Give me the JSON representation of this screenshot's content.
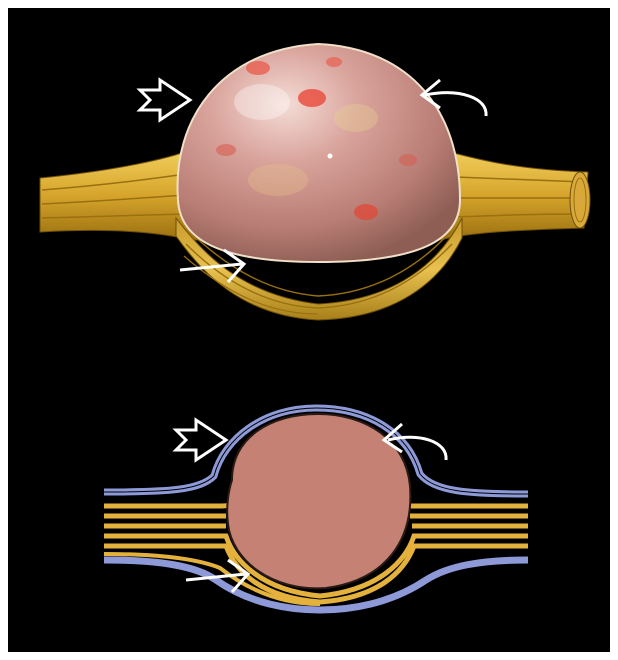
{
  "figure": {
    "views": [
      {
        "kind": "rendered-3d-illustration",
        "subject": "nerve-sheath-mass",
        "arrows": [
          {
            "style": "open-notched",
            "points_to": "tumor-capsule"
          },
          {
            "style": "curved",
            "points_to": "tumor-capsule"
          },
          {
            "style": "straight-open",
            "points_to": "splayed-nerve-fascicles"
          }
        ]
      },
      {
        "kind": "schematic-cross-section",
        "subject": "nerve-sheath-mass",
        "arrows": [
          {
            "style": "open-notched",
            "points_to": "capsule"
          },
          {
            "style": "curved",
            "points_to": "capsule"
          },
          {
            "style": "straight-open",
            "points_to": "displaced-fascicles"
          }
        ]
      }
    ],
    "colors": {
      "background": "#000000",
      "frame": "#ffffff",
      "tumor": "#c98a80",
      "tumor_schematic": "#c58274",
      "nerve": "#e4b23c",
      "nerve_dark": "#9a7010",
      "sheath": "#8e9ad8",
      "arrow": "#ffffff"
    },
    "icons": [
      "notched-arrow-icon",
      "curved-arrow-icon",
      "straight-arrow-icon"
    ]
  }
}
